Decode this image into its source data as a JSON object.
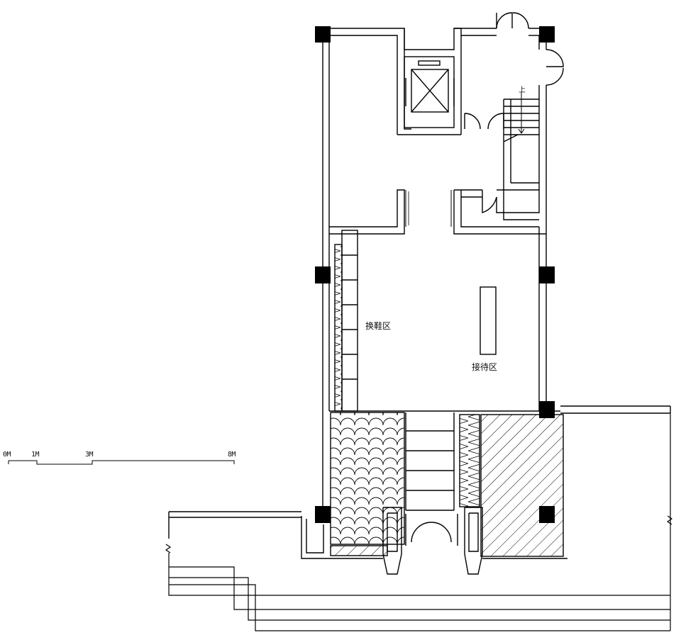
{
  "rooms": {
    "shoe_area": "换鞋区",
    "reception_area": "接待区"
  },
  "stair": {
    "direction_label": "上"
  },
  "scale_bar": {
    "labels": [
      "0M",
      "1M",
      "3M",
      "8M"
    ]
  },
  "colors": {
    "line": "#000000",
    "background": "#ffffff",
    "column_fill": "#000000"
  }
}
